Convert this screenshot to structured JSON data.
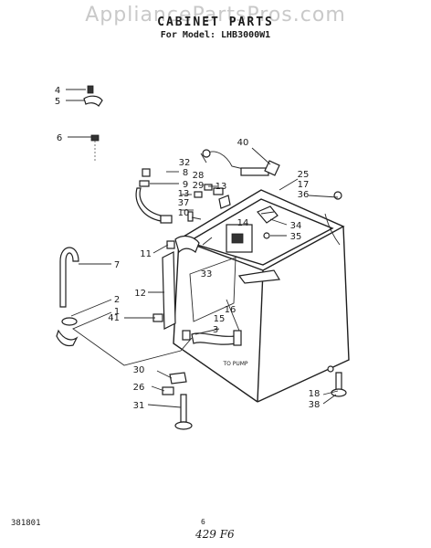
{
  "watermark": "AppliancePartsPros.com",
  "title": "CABINET PARTS",
  "model": "For Model: LHB3000W1",
  "footer": {
    "code": "381801",
    "page": "6",
    "handwritten": "429 F6"
  },
  "caption_pump": "TO PUMP",
  "callouts": [
    "1",
    "2",
    "3",
    "4",
    "5",
    "6",
    "7",
    "8",
    "9",
    "10",
    "11",
    "12",
    "13",
    "13",
    "14",
    "15",
    "16",
    "17",
    "18",
    "25",
    "26",
    "28",
    "29",
    "30",
    "31",
    "32",
    "33",
    "34",
    "35",
    "36",
    "37",
    "38",
    "40",
    "41"
  ]
}
